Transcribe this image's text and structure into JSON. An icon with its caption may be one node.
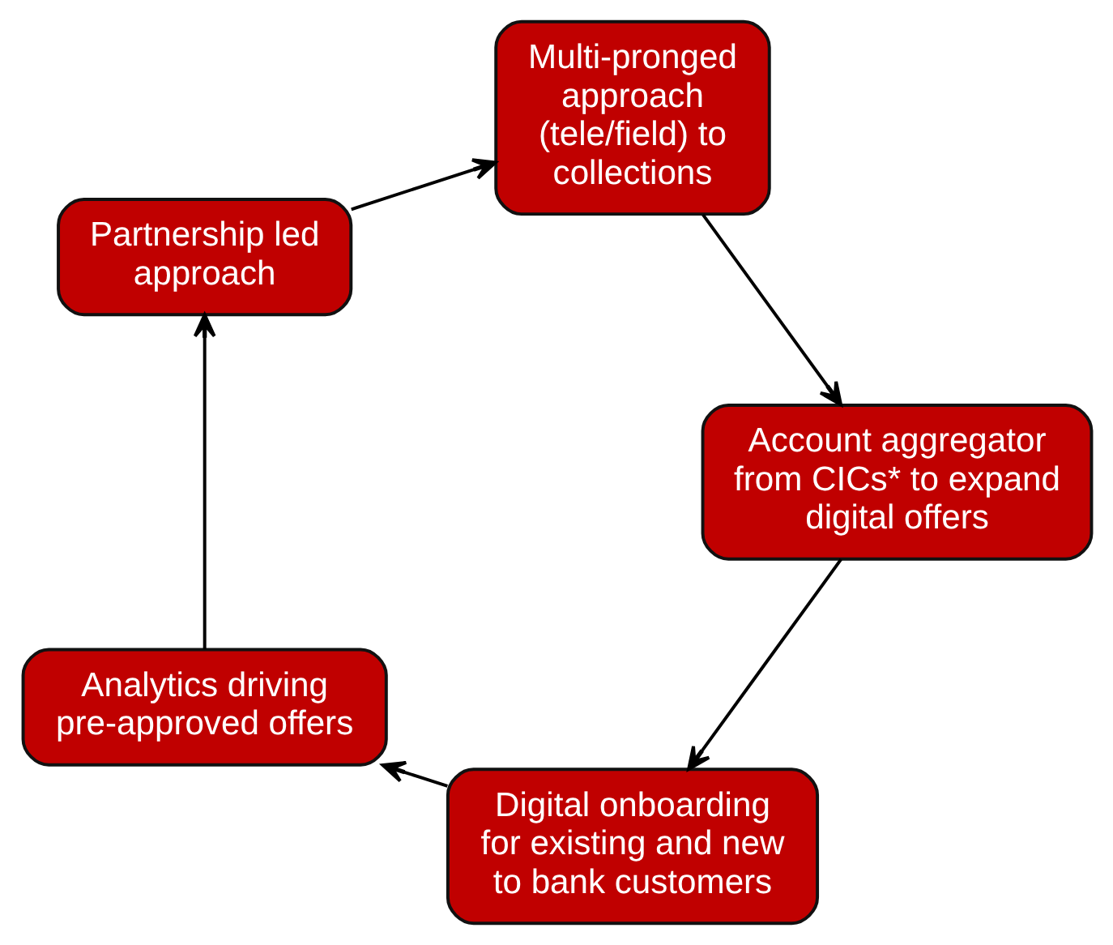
{
  "diagram": {
    "nodes": [
      {
        "text": [
          "Digital onboarding for existing and new to bank customers"
        ]
      },
      {
        "text": [
          "Analytics driving pre-approved offers"
        ]
      },
      {
        "text": [
          "Partnership led approach"
        ]
      },
      {
        "text": [
          "Multi-pronged approach (tele/field) to collections"
        ]
      },
      {
        "text": [
          "Account aggregator from CICs* to expand digital offers"
        ]
      }
    ],
    "edges": [
      {
        "from": 0,
        "to": 1,
        "arrow": "to"
      },
      {
        "from": 1,
        "to": 2,
        "arrow": "to"
      },
      {
        "from": 2,
        "to": 3,
        "arrow": "to"
      },
      {
        "from": 3,
        "to": 4,
        "arrow": "to"
      },
      {
        "from": 4,
        "to": 0,
        "arrow": "to"
      }
    ]
  }
}
